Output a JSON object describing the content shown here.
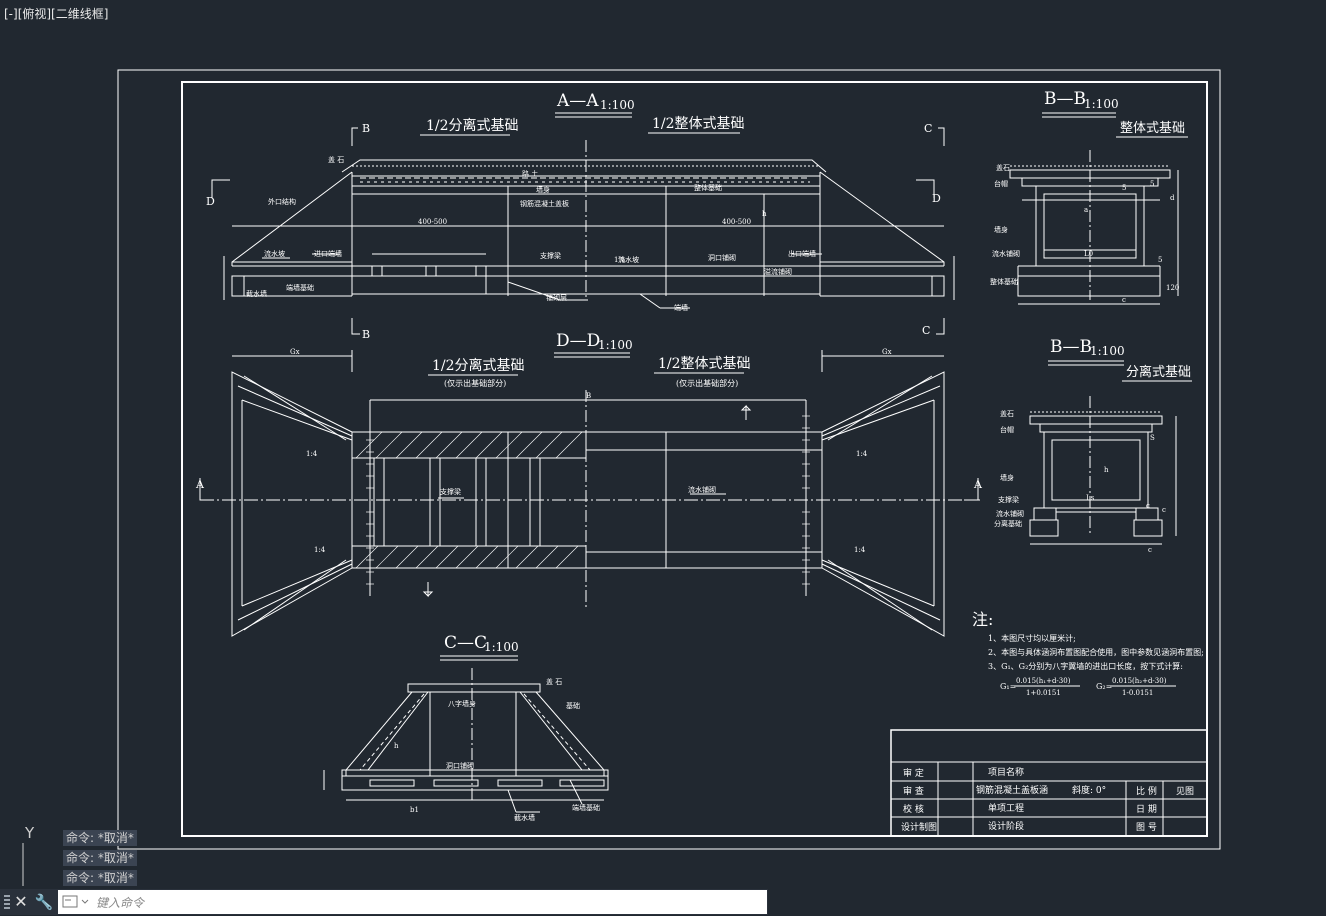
{
  "viewport_label": "[-][俯视][二维线框]",
  "command_history": [
    "命令: *取消*",
    "命令: *取消*",
    "命令: *取消*"
  ],
  "command_placeholder": "键入命令",
  "ucs_label": "Y",
  "drawing": {
    "aa": {
      "title": "A—A",
      "scale": "1:100",
      "left": "1/2分离式基础",
      "right": "1/2整体式基础",
      "labels": [
        "B",
        "C",
        "D",
        "D",
        "B",
        "C",
        "盖 石",
        "路 土",
        "钢筋混凝土盖板",
        "整体基础",
        "外口结构",
        "墙身",
        "支撑梁",
        "流水坡",
        "截水墙",
        "铺砌层",
        "端墙基础",
        "端墙",
        "洞口铺砌",
        "进口端墙",
        "流水坡",
        "出口端墙",
        "溢流铺砌",
        "400-500",
        "400-500",
        "h",
        "1%"
      ]
    },
    "bb1": {
      "title": "B—B",
      "scale": "1:100",
      "subtitle": "整体式基础",
      "labels": [
        "盖石",
        "台帽",
        "墙身",
        "流水铺砌",
        "整体基础",
        "5",
        "5",
        "d",
        "a",
        "L0",
        "c",
        "5",
        "120"
      ]
    },
    "dd": {
      "title": "D—D",
      "scale": "1:100",
      "left": "1/2分离式基础",
      "right": "1/2整体式基础",
      "left_note": "(仅示出基础部分)",
      "right_note": "(仅示出基础部分)",
      "labels": [
        "A",
        "A",
        "支撑梁",
        "流水铺砌",
        "1:4",
        "1:4",
        "1:4",
        "1:4",
        "Gx",
        "Gx",
        "B"
      ]
    },
    "bb2": {
      "title": "B—B",
      "scale": "1:100",
      "subtitle": "分离式基础",
      "labels": [
        "盖石",
        "台帽",
        "墙身",
        "支撑梁",
        "流水铺砌",
        "分离基础",
        "Ls",
        "h",
        "c",
        "c",
        "c",
        "S"
      ]
    },
    "cc": {
      "title": "C—C",
      "scale": "1:100",
      "labels": [
        "盖 石",
        "八字墙身",
        "洞口铺砌",
        "基础",
        "截水墙",
        "端墙基础",
        "h",
        "b1"
      ]
    },
    "notes": {
      "title": "注:",
      "lines": [
        "1、本图尺寸均以厘米计;",
        "2、本图与具体涵洞布置图配合使用，图中参数见涵洞布置图;",
        "3、G₁、G₂分别为八字翼墙的进出口长度，按下式计算:"
      ],
      "f1a": "G₁=",
      "f1n": "0.015(h₁+d-30)",
      "f1d": "1+0.0151",
      "f2a": "G₂=",
      "f2n": "0.015(h₂+d-30)",
      "f2d": "1-0.0151"
    },
    "titleblock": {
      "r1": [
        "审 定",
        "项目名称"
      ],
      "r2": [
        "审 查",
        "钢筋混凝土盖板涵",
        "斜度: 0°",
        "比 例",
        "见图"
      ],
      "r3": [
        "校 核",
        "单项工程",
        "日 期"
      ],
      "r4": [
        "设计制图",
        "设计阶段",
        "图 号"
      ]
    }
  }
}
